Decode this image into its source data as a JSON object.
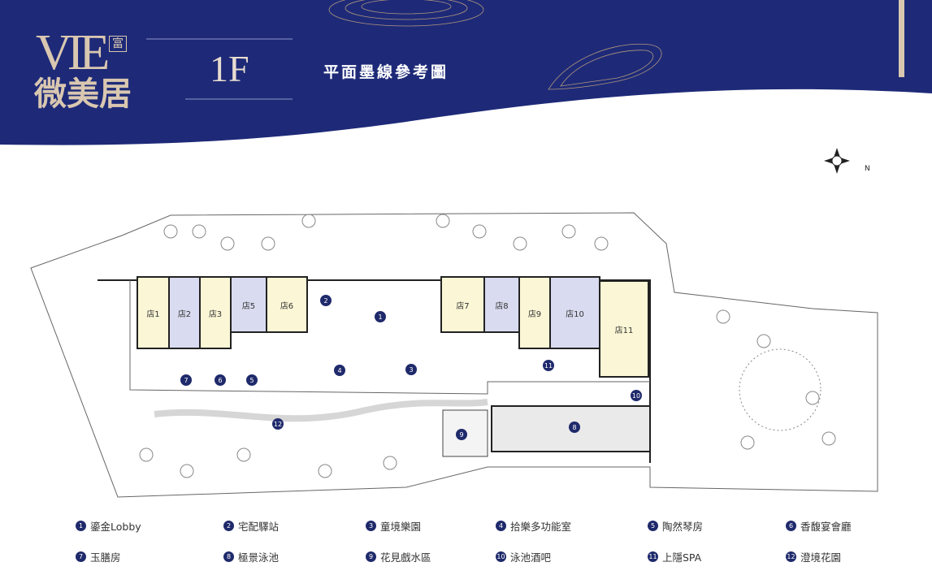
{
  "brand": {
    "logo_latin": "VIE",
    "logo_chinese": "微美居",
    "logo_tag": "富"
  },
  "header": {
    "floor": "1F",
    "subtitle": "平面墨線參考圖"
  },
  "colors": {
    "navy": "#1e2a78",
    "gold": "#d9c7b0",
    "store_yellow": "#fbf7d6",
    "store_lavender": "#d9dcf0",
    "marker": "#1f2a6b"
  },
  "compass": {
    "label": "N"
  },
  "stores": [
    "店1",
    "店2",
    "店3",
    "店5",
    "店6",
    "店7",
    "店8",
    "店9",
    "店10",
    "店11"
  ],
  "markers": [
    "1",
    "2",
    "3",
    "4",
    "5",
    "6",
    "7",
    "8",
    "9",
    "10",
    "11",
    "12"
  ],
  "legend": [
    {
      "num": "1",
      "label": "鎏金Lobby"
    },
    {
      "num": "2",
      "label": "宅配驛站"
    },
    {
      "num": "3",
      "label": "童境樂園"
    },
    {
      "num": "4",
      "label": "拾樂多功能室"
    },
    {
      "num": "5",
      "label": "陶然琴房"
    },
    {
      "num": "6",
      "label": "香馥宴會廳"
    },
    {
      "num": "7",
      "label": "玉膳房"
    },
    {
      "num": "8",
      "label": "極景泳池"
    },
    {
      "num": "9",
      "label": "花見戲水區"
    },
    {
      "num": "10",
      "label": "泳池酒吧"
    },
    {
      "num": "11",
      "label": "上隱SPA"
    },
    {
      "num": "12",
      "label": "澄境花園"
    }
  ]
}
